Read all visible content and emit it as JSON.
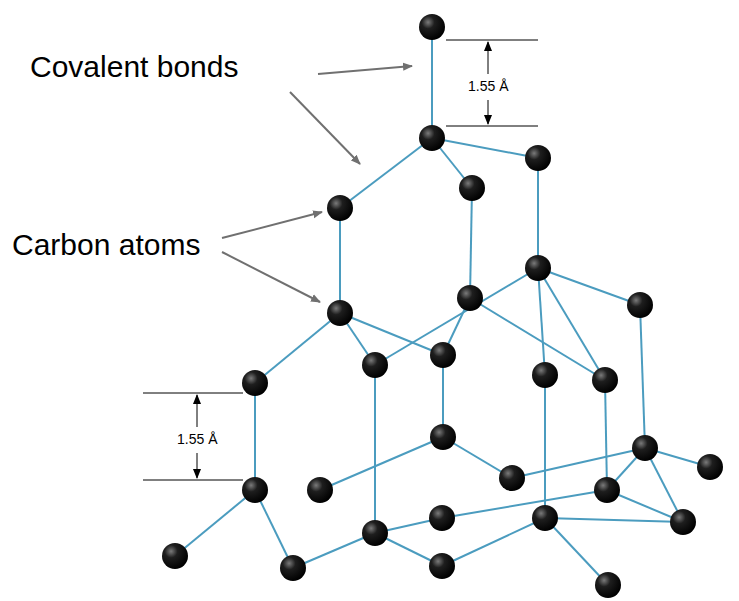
{
  "diagram": {
    "labels": [
      "Covalent bonds",
      "Carbon atoms",
      "1.55 Å",
      "1.55 Å"
    ]
  }
}
